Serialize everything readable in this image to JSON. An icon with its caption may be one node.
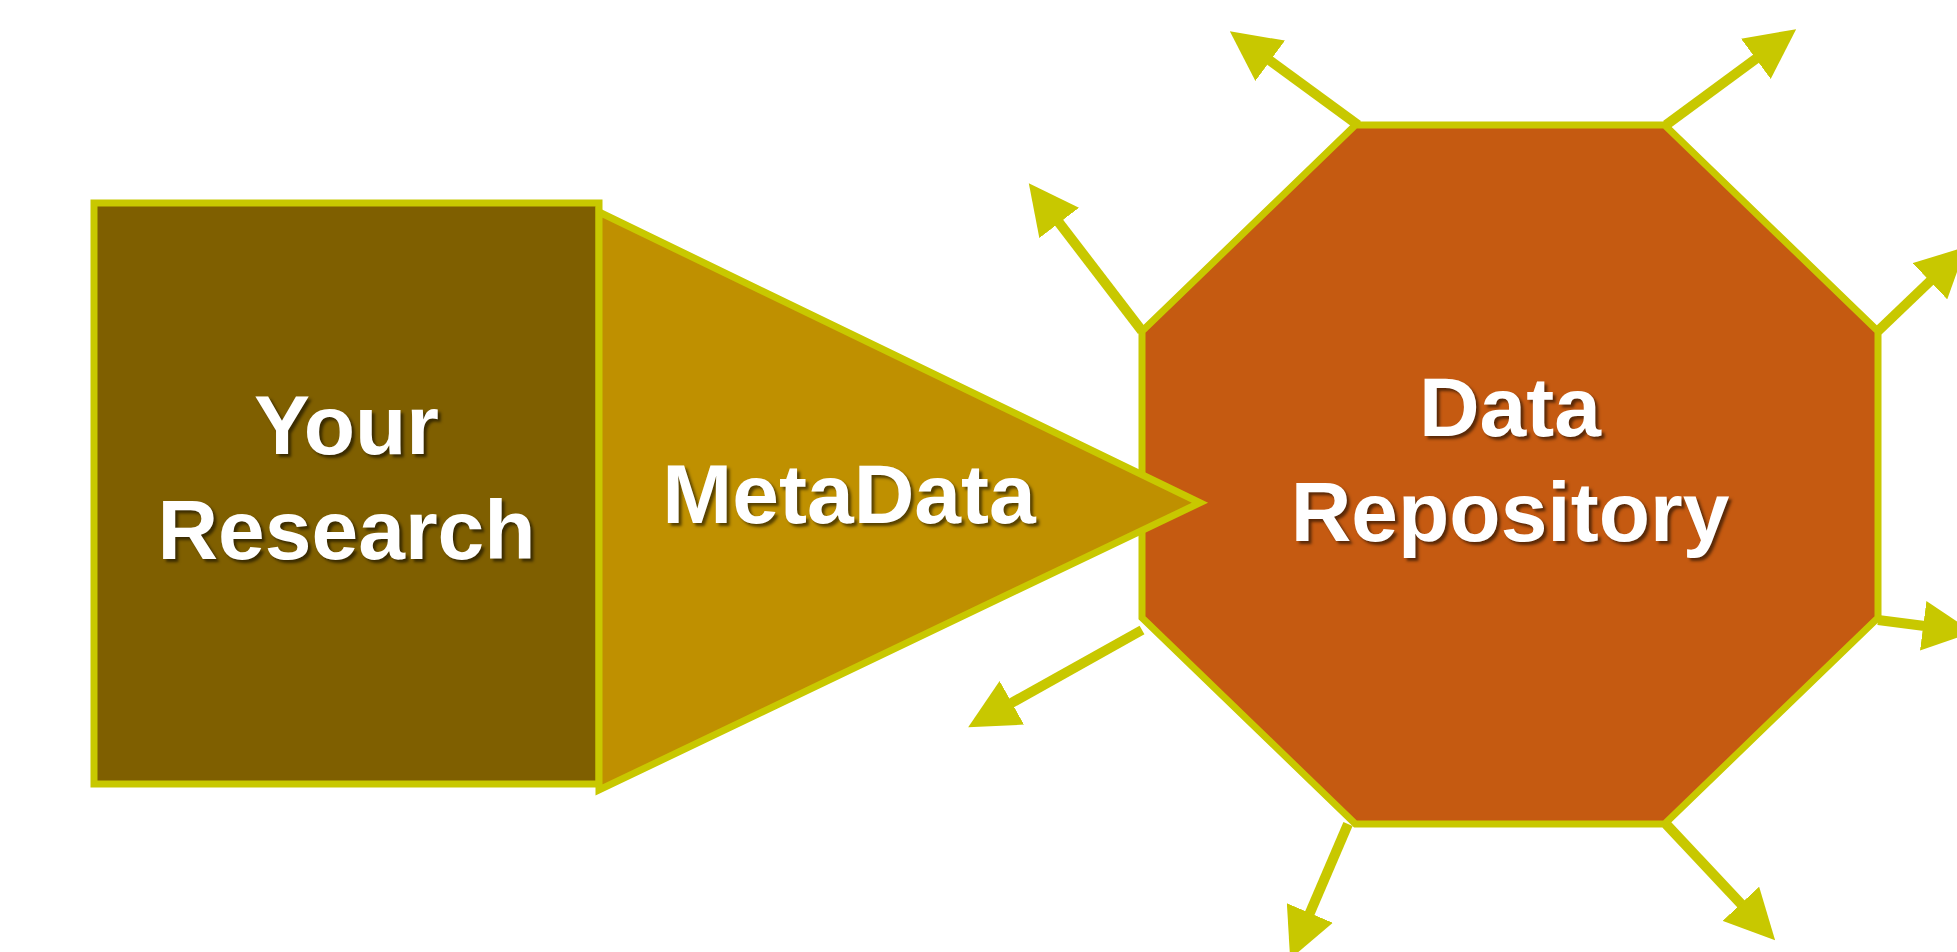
{
  "diagram": {
    "nodes": [
      {
        "text": [
          "Your Research"
        ]
      },
      {
        "text": [
          "MetaData"
        ]
      },
      {
        "text": [
          "Data Repository"
        ]
      }
    ],
    "edges": [
      {
        "from": 2,
        "to": null,
        "arrow": "to"
      },
      {
        "from": 2,
        "to": null,
        "arrow": "to"
      },
      {
        "from": 2,
        "to": null,
        "arrow": "to"
      },
      {
        "from": 2,
        "to": null,
        "arrow": "to"
      },
      {
        "from": 2,
        "to": null,
        "arrow": "to"
      },
      {
        "from": 2,
        "to": null,
        "arrow": "to"
      },
      {
        "from": 2,
        "to": null,
        "arrow": "to"
      },
      {
        "from": 2,
        "to": null,
        "arrow": "to"
      }
    ]
  }
}
